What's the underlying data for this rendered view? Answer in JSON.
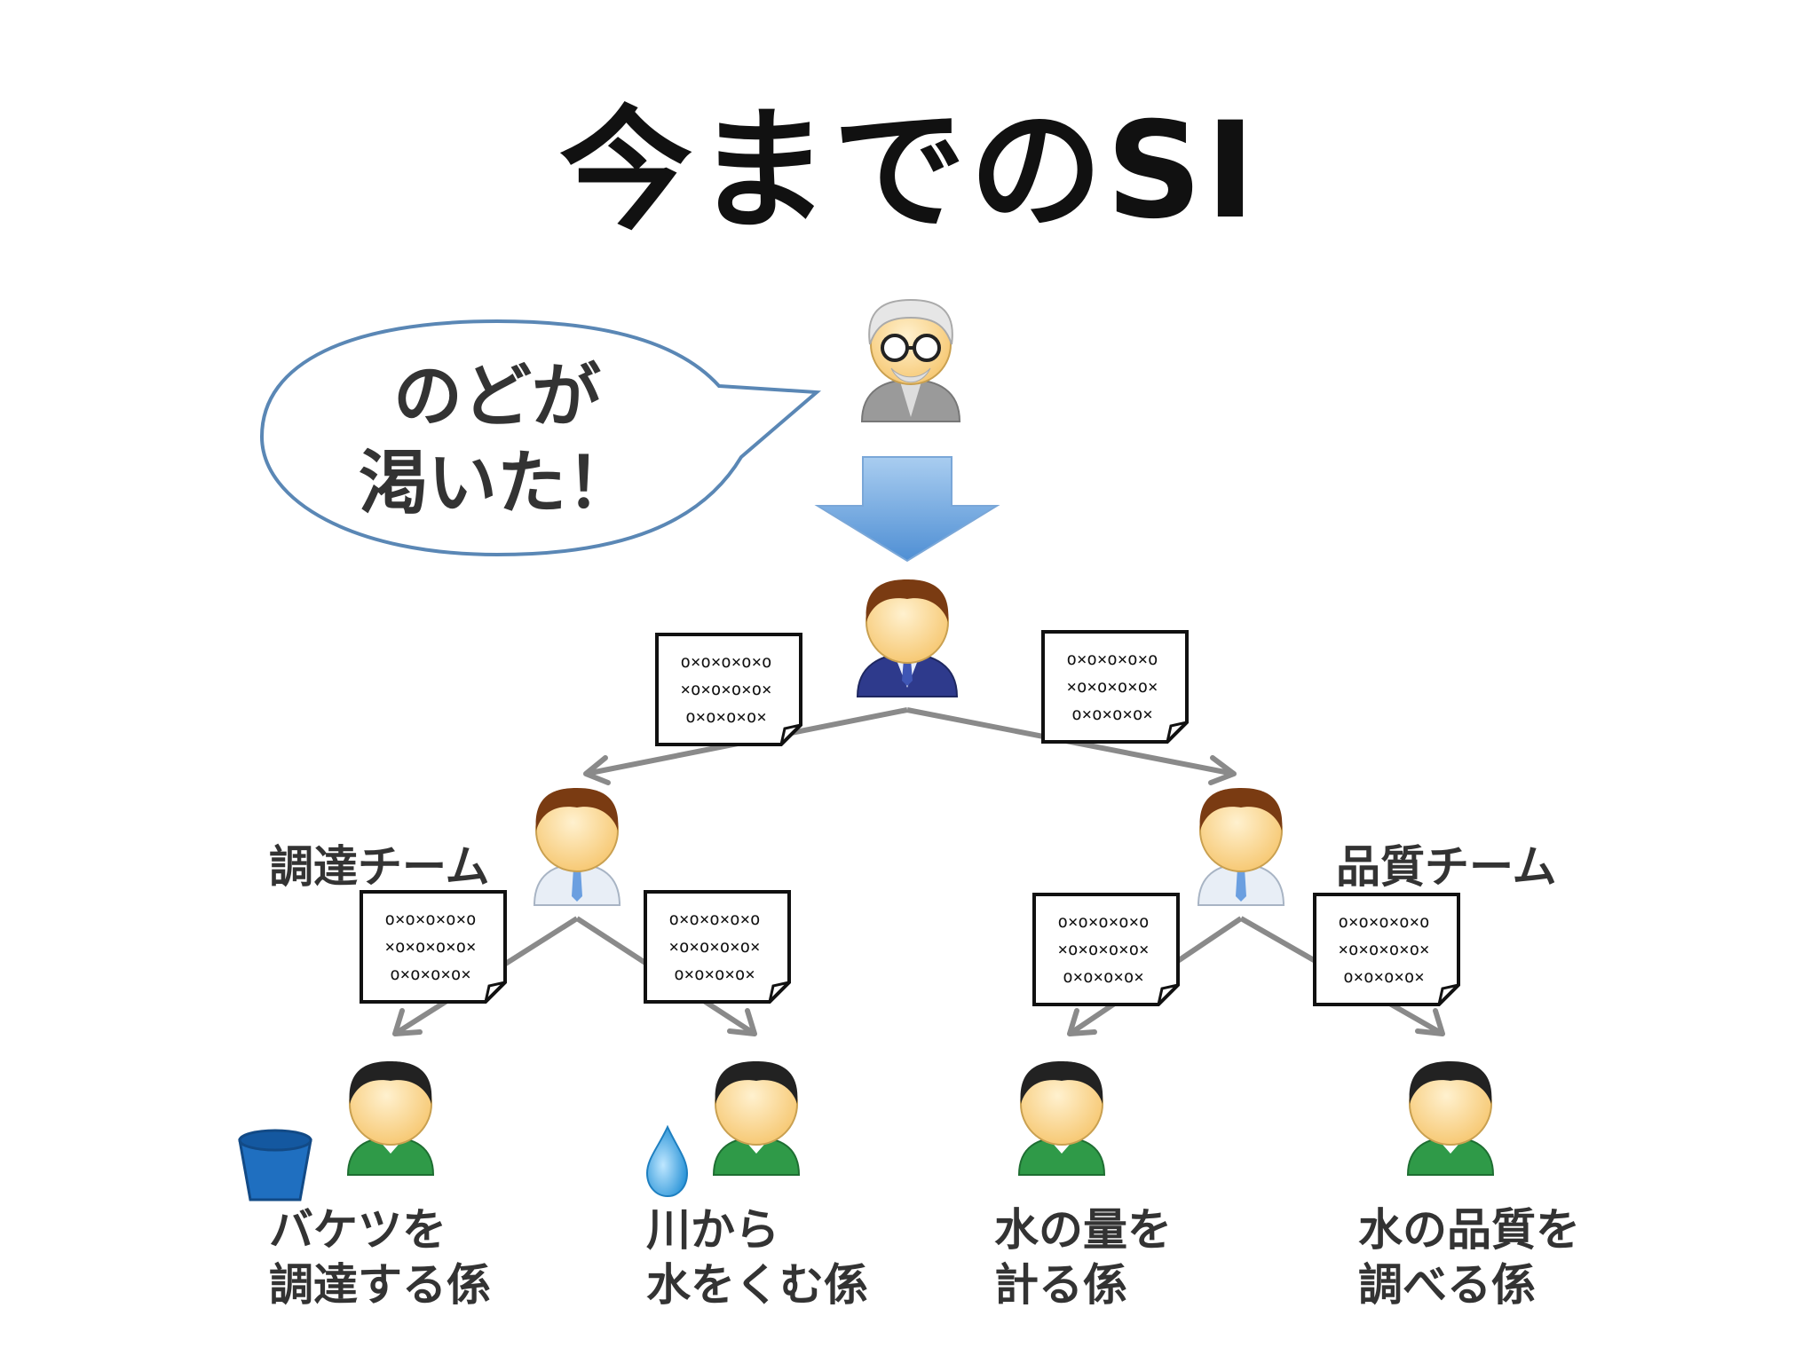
{
  "title": "今までのSI",
  "speech_bubble": {
    "line1": "のどが",
    "line2": "渇いた！"
  },
  "teams": {
    "left": "調達チーム",
    "right": "品質チーム"
  },
  "documents": {
    "line1": "o×o×o×o×o",
    "line2": "×o×o×o×o×",
    "line3": "o×o×o×o×"
  },
  "roles": [
    {
      "line1": "バケツを",
      "line2": "調達する係"
    },
    {
      "line1": "川から",
      "line2": "水をくむ係"
    },
    {
      "line1": "水の量を",
      "line2": "計る係"
    },
    {
      "line1": "水の品質を",
      "line2": "調べる係"
    }
  ],
  "colors": {
    "arrow_blue": "#5b9bd5",
    "bubble_stroke": "#5a87b5",
    "connector": "#8a8a8a",
    "suit_navy": "#2e3a8c",
    "shirt_green": "#2f9a48",
    "hair_brown": "#7a3b12",
    "bucket_blue": "#1f6fc0"
  },
  "icons": [
    "old-man-icon",
    "manager-icon",
    "team-lead-icon",
    "worker-icon",
    "bucket-icon",
    "water-drop-icon",
    "document-icon",
    "down-arrow-icon"
  ]
}
